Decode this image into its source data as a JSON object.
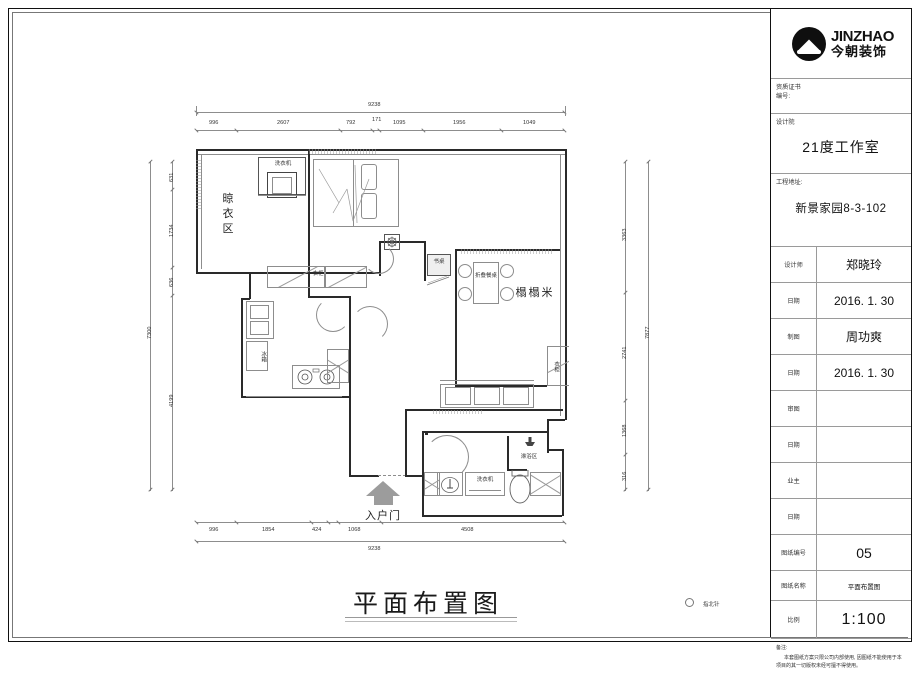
{
  "document": {
    "plan_title": "平面布置图",
    "entry_door_label": "入户门",
    "north_mark_label": "指北针"
  },
  "title_block": {
    "logo": {
      "english": "JINZHAO",
      "chinese": "今朝装饰"
    },
    "cert_label": "资质证书\n编号:",
    "designer_company_label": "设计院",
    "designer_company_value": "21度工作室",
    "project_site_label": "工程地址:",
    "project_site_value": "新景家园8-3-102",
    "rows": [
      {
        "label": "设计师",
        "value": "郑晓玲"
      },
      {
        "label": "日期",
        "value": "2016. 1. 30"
      },
      {
        "label": "制图",
        "value": "周功爽"
      },
      {
        "label": "日期",
        "value": "2016. 1. 30"
      },
      {
        "label": "审图",
        "value": ""
      },
      {
        "label": "日期",
        "value": ""
      },
      {
        "label": "业主",
        "value": ""
      },
      {
        "label": "日期",
        "value": ""
      },
      {
        "label": "图纸编号",
        "value": "05"
      },
      {
        "label": "图纸名称",
        "value": "平面布置图"
      },
      {
        "label": "比例",
        "value": "1:100"
      }
    ],
    "note_title": "备注:",
    "note_body": "本套图纸方案只限公司内部使用, 因图纸不能使用于本项目的其一切版权未经可擅不得使用。"
  },
  "dimensions": {
    "top_overall": "9238",
    "top_chain": [
      "996",
      "2607",
      "792",
      "171",
      "1095",
      "1956",
      "1049"
    ],
    "bottom_overall": "9238",
    "bottom_chain": [
      "996",
      "1854",
      "424",
      "1068",
      "4508"
    ],
    "left_overall": "7300",
    "left_chain": [
      "631",
      "1734",
      "636",
      "4199"
    ],
    "right_overall": "7877",
    "right_chain": [
      "3363",
      "2741",
      "1368",
      "316"
    ]
  },
  "rooms": [
    {
      "name": "晾衣区"
    },
    {
      "name": "榻榻米"
    }
  ],
  "furniture_labels": [
    {
      "name": "衣柜"
    },
    {
      "name": "衣柜"
    },
    {
      "name": "折叠餐桌"
    },
    {
      "name": "淋浴区"
    },
    {
      "name": "洗衣机"
    },
    {
      "name": "冰箱"
    },
    {
      "name": "书桌"
    },
    {
      "name": "电视"
    }
  ]
}
